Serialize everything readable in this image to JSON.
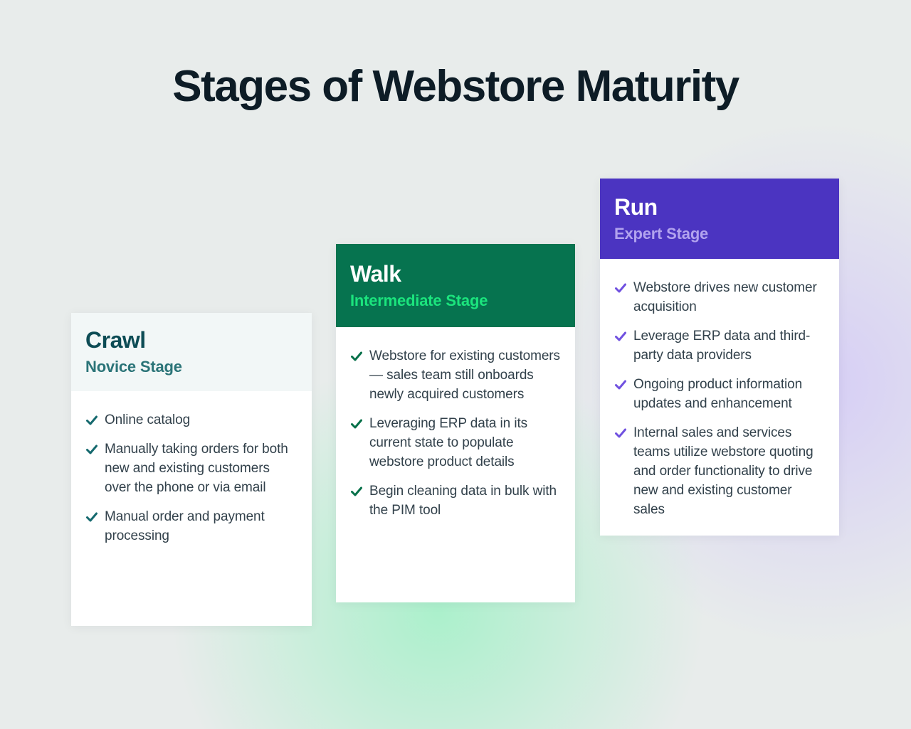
{
  "title": "Stages of Webstore Maturity",
  "theme": {
    "background_base": "#e8eceb",
    "glow_green": "#a8f0ca",
    "glow_purple": "#d5ccf6",
    "title_color": "#0d1c26",
    "body_text_color": "#32414b",
    "card_background": "#ffffff"
  },
  "stages": [
    {
      "id": "crawl",
      "name": "Crawl",
      "stage_label": "Novice Stage",
      "header_bg": "#f2f7f7",
      "name_color": "#0d4c55",
      "stage_label_color": "#2b7478",
      "check_color": "#15696e",
      "items": [
        "Online catalog",
        "Manually taking orders for both new and existing customers over the phone or via email",
        "Manual order and payment processing"
      ]
    },
    {
      "id": "walk",
      "name": "Walk",
      "stage_label": "Intermediate Stage",
      "header_bg": "#06734f",
      "name_color": "#ffffff",
      "stage_label_color": "#1be47d",
      "check_color": "#067049",
      "items": [
        "Webstore for existing customers — sales team still onboards newly acquired customers",
        "Leveraging ERP data in its current state to populate webstore product details",
        "Begin cleaning data in bulk with the PIM tool"
      ]
    },
    {
      "id": "run",
      "name": "Run",
      "stage_label": "Expert Stage",
      "header_bg": "#4b34c1",
      "name_color": "#ffffff",
      "stage_label_color": "#b2a3ee",
      "check_color": "#7051e0",
      "items": [
        "Webstore drives new customer acquisition",
        "Leverage ERP data and third-party data providers",
        "Ongoing product information updates and enhancement",
        "Internal sales and services teams utilize webstore quoting and order functionality to drive new and existing customer sales"
      ]
    }
  ]
}
